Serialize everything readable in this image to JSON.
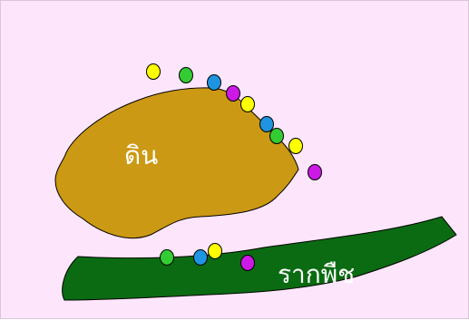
{
  "colors": {
    "background": "#fde6fc",
    "soil": "#cc9914",
    "root": "#0b6b12",
    "yellow": "#ffff00",
    "green": "#33cc33",
    "blue": "#1f94e0",
    "purple": "#cc19e6"
  },
  "soil_label": "ดิน",
  "root_label": "รากพืช",
  "particles_on_soil": [
    "yellow",
    "green",
    "blue",
    "purple",
    "yellow",
    "blue",
    "green",
    "yellow",
    "purple"
  ],
  "particles_near_root": [
    "green",
    "blue",
    "yellow",
    "purple"
  ]
}
